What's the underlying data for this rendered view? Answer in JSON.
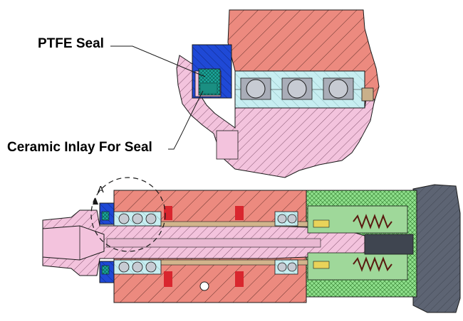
{
  "labels": {
    "ptfe_seal": "PTFE Seal",
    "ceramic_inlay": "Ceramic Inlay For Seal",
    "detail_marker": "A"
  },
  "colors": {
    "shaft_pink": "#f3c3dd",
    "housing_red": "#ec8a7f",
    "seal_blue": "#1f49d6",
    "bearing_cyan": "#c7eef1",
    "bearing_ball_grey": "#a9adb8",
    "coupling_green": "#8fe08c",
    "motor_grey": "#5d6473",
    "ceramic_teal": "#1aa79a",
    "outline": "#1a1a1a"
  }
}
